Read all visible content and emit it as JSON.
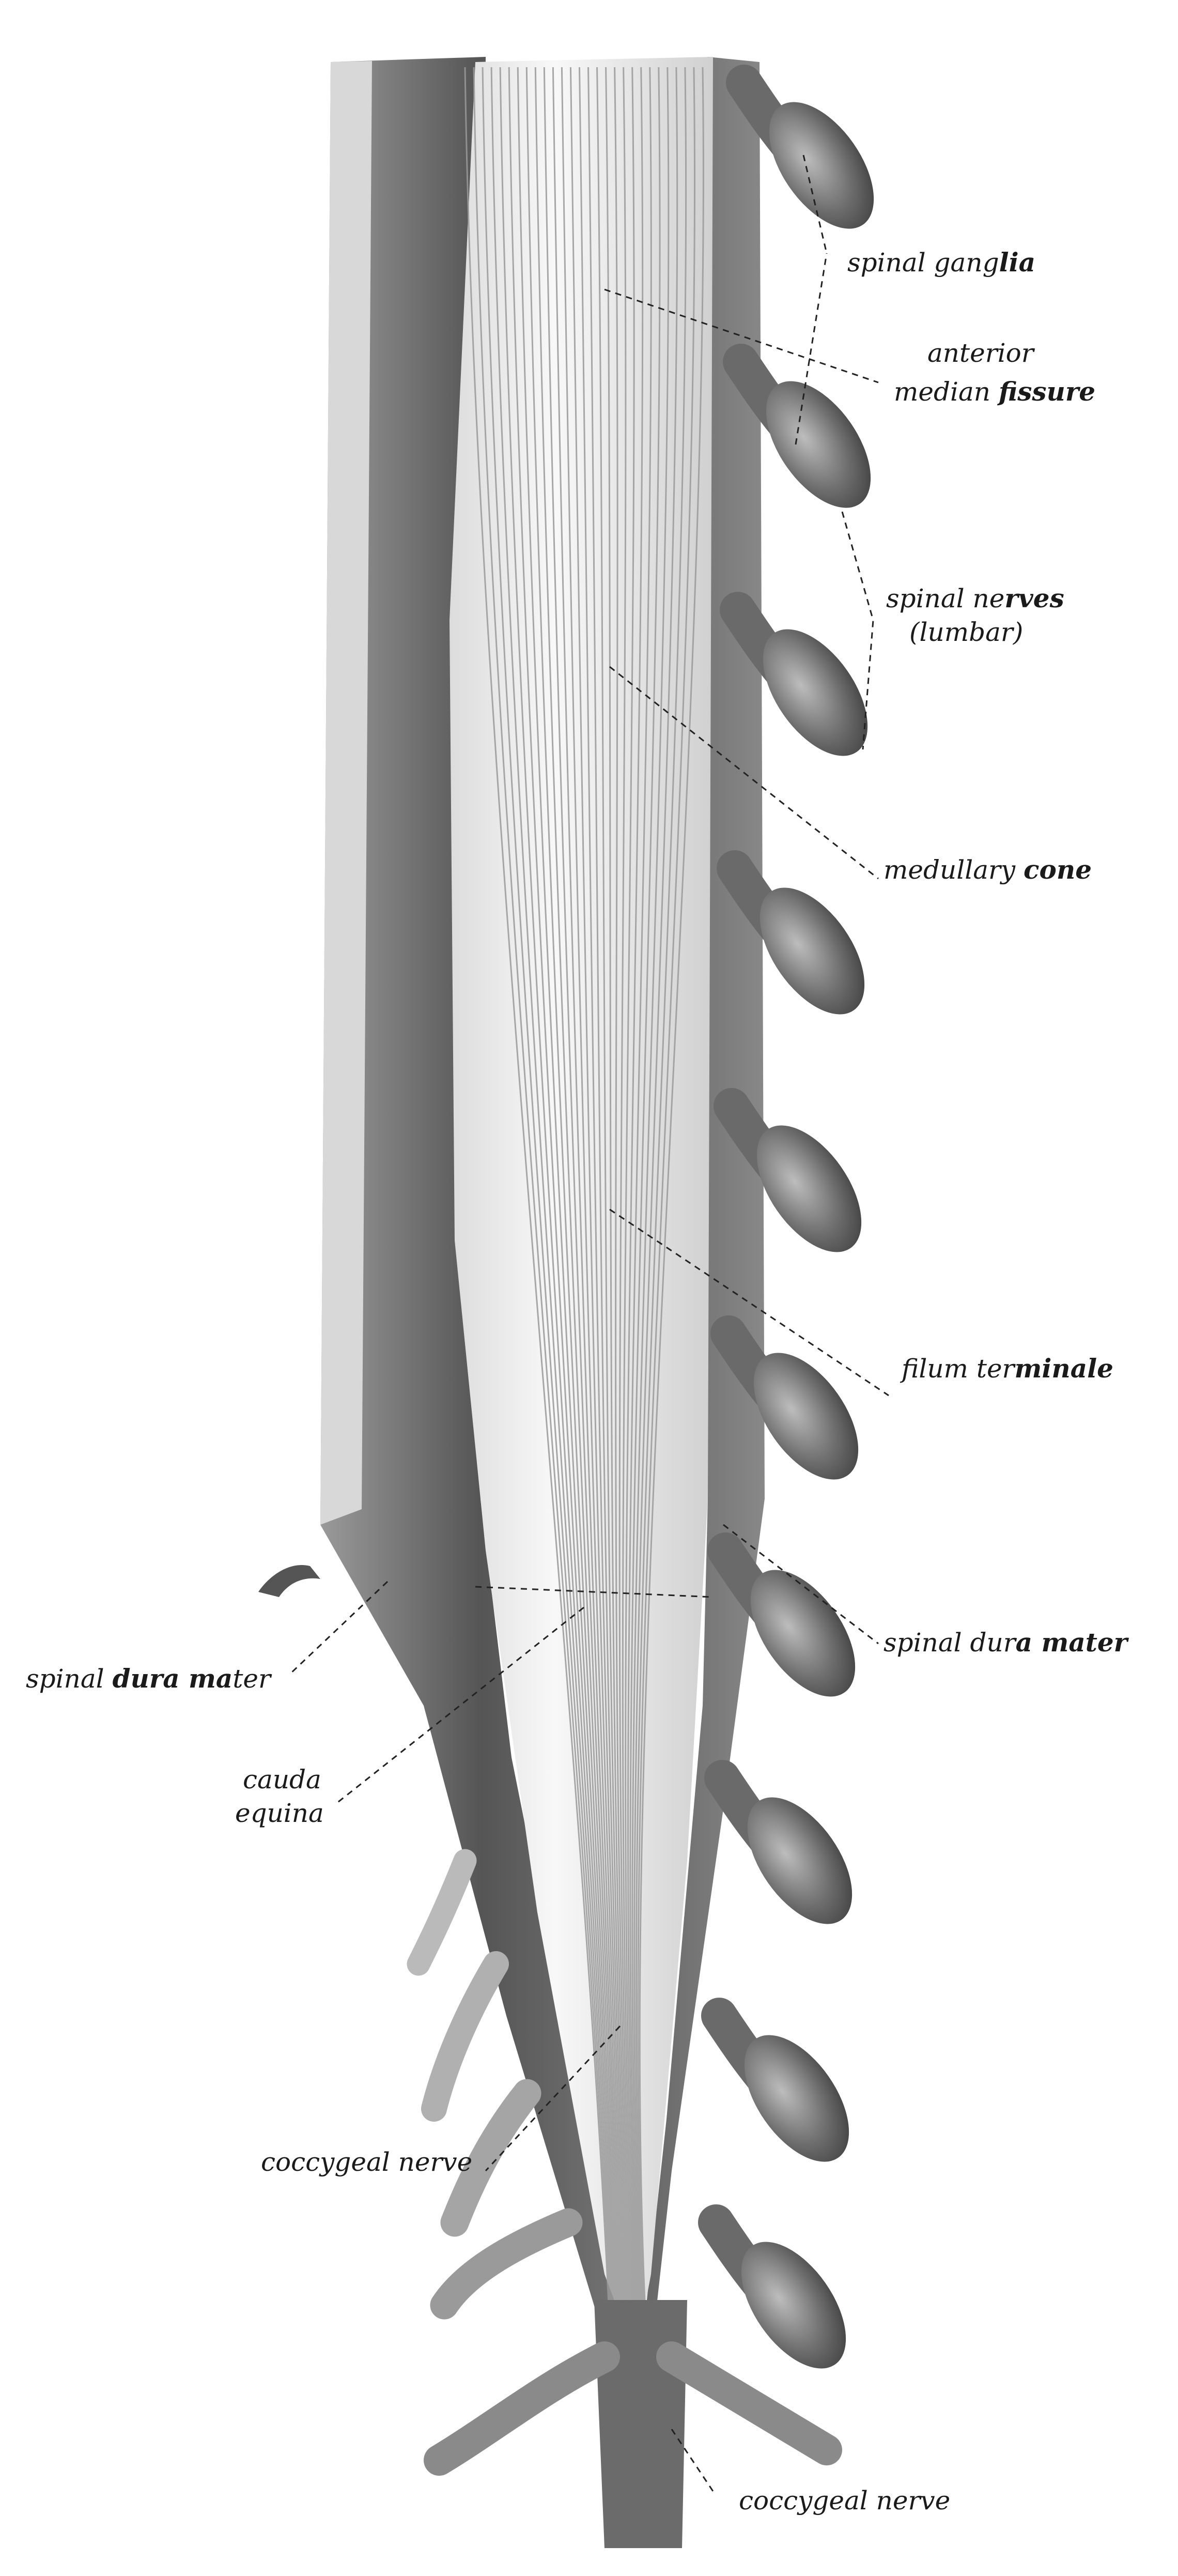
{
  "labels": {
    "spinal_ganglia": {
      "plain": "spinal gang",
      "bold": "lia"
    },
    "anterior_median_fissure": {
      "line1": "anterior",
      "line2_plain": "median ",
      "line2_bold": "fissure"
    },
    "spinal_nerves": {
      "line1_plain": "spinal ne",
      "line1_bold": "rves",
      "line2": "(lumbar)"
    },
    "medullary_cone": {
      "plain": "medullary ",
      "bold": "cone"
    },
    "filum_terminale": {
      "plain": "filum ter",
      "bold": "minale"
    },
    "spinal_dura_mater_right": {
      "plain": "spinal dur",
      "bold": "a mater"
    },
    "spinal_dura_mater_left": {
      "plain": "spinal ",
      "bold": "dura ma",
      "plain2": "ter"
    },
    "cauda_equina": {
      "line1": "cauda",
      "line2": "equina"
    },
    "coccygeal_nerve_left": "coccygeal nerve",
    "coccygeal_nerve_bottom": "coccygeal nerve"
  },
  "colors": {
    "dura_dark": "#5a5a5a",
    "dura_mid": "#7a7a7a",
    "cord_light": "#f2f2f2",
    "root_stroke": "#9a9a9a",
    "background": "#ffffff"
  }
}
